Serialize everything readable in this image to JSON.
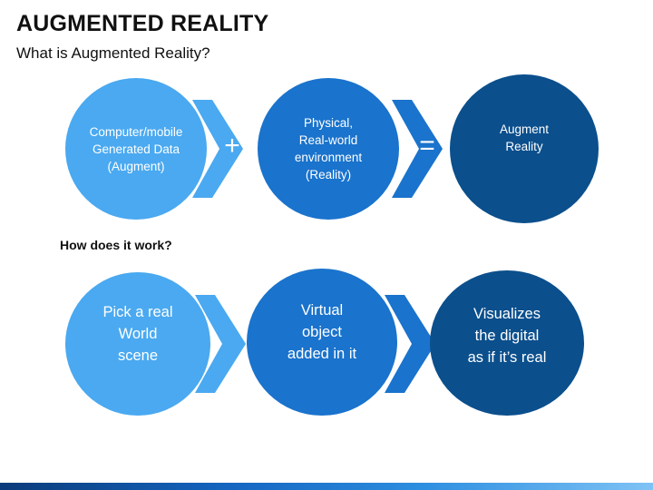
{
  "title": "AUGMENTED REALITY",
  "subtitle": "What is Augmented Reality?",
  "top_row": {
    "circles": [
      {
        "lines": [
          "Computer/mobile",
          "Generated Data",
          "(Augment)"
        ],
        "color": "#4aa9f0"
      },
      {
        "lines": [
          "Physical,",
          "Real-world",
          "environment",
          "(Reality)"
        ],
        "color": "#1a73cc"
      },
      {
        "lines": [
          "Augment",
          "Reality"
        ],
        "color": "#0b4f8c"
      }
    ],
    "operators": [
      "+",
      "="
    ]
  },
  "section_heading": "How does it work?",
  "bottom_row": {
    "circles": [
      {
        "lines": [
          "Pick a real",
          "World",
          "scene"
        ],
        "color": "#4aa9f0"
      },
      {
        "lines": [
          "Virtual",
          "object",
          "added in it"
        ],
        "color": "#1a73cc"
      },
      {
        "lines": [
          "Visualizes",
          "the digital",
          "as if it’s real"
        ],
        "color": "#0b4f8c"
      }
    ]
  },
  "colors": {
    "light_blue": "#4aa9f0",
    "mid_blue": "#1a73cc",
    "dark_blue": "#0b4f8c"
  }
}
